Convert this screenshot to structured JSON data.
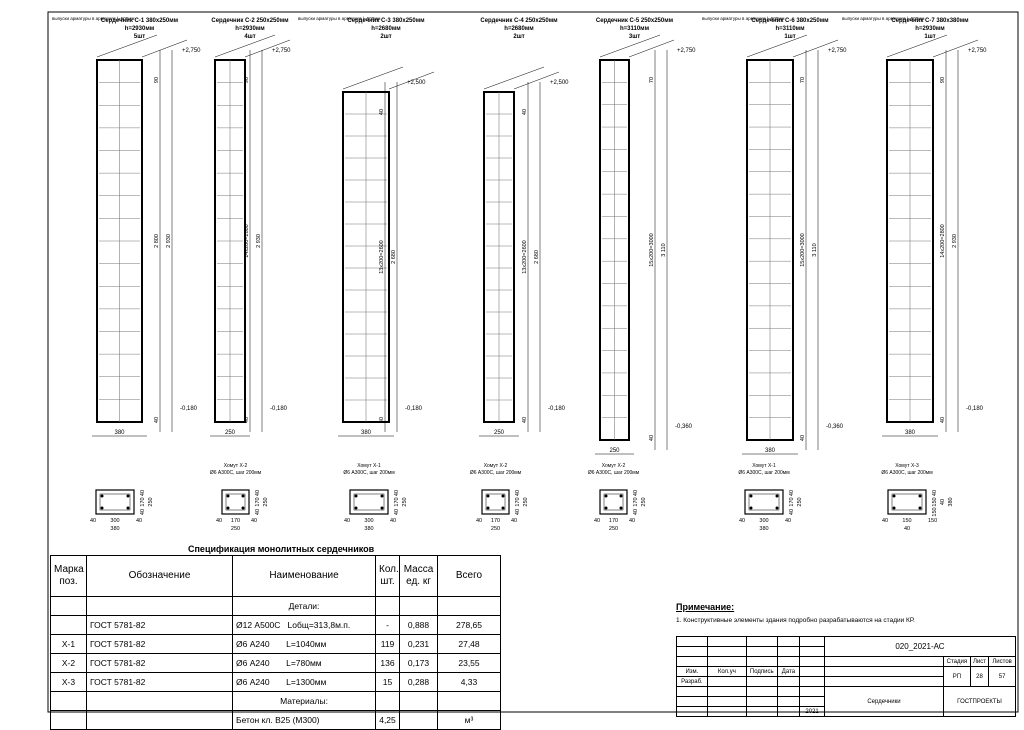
{
  "columns": [
    {
      "title": "Сердечник С-1 380х250мм",
      "height": "h=2930мм",
      "qty": "5шт",
      "top_mark": "+2,750",
      "bottom_mark": "-0,180",
      "dim_top": "90",
      "dim_mid": "2 800",
      "dim_total": "2 930",
      "dim_bottom": "40",
      "width_label": "380",
      "note": "выпуски арматуры в армопояс l=500мм",
      "clamp": "",
      "section_dims": [
        "40",
        "300",
        "40",
        "380"
      ],
      "section_vert": [
        "40",
        "170",
        "40",
        "250"
      ]
    },
    {
      "title": "Сердечник С-2 250х250мм",
      "height": "h=2930мм",
      "qty": "4шт",
      "top_mark": "+2,750",
      "bottom_mark": "-0,180",
      "dim_top": "90",
      "dim_mid": "14х200=2800",
      "dim_total": "2 930",
      "dim_bottom": "40",
      "width_label": "250",
      "note": "",
      "clamp": "Хомут Х-2 Ø6 А300С, шаг 200мм",
      "section_dims": [
        "40",
        "170",
        "40",
        "250"
      ],
      "section_vert": [
        "40",
        "170",
        "40",
        "250"
      ]
    },
    {
      "title": "Сердечник С-3 380х250мм",
      "height": "h=2680мм",
      "qty": "2шт",
      "top_mark": "+2,500",
      "bottom_mark": "-0,180",
      "dim_top": "40",
      "dim_mid": "13х200=2600",
      "dim_total": "2 680",
      "dim_bottom": "40",
      "width_label": "380",
      "note": "выпуски арматуры в армопояс l=500мм",
      "clamp": "Хомут Х-1 Ø6 А300С, шаг 200мм",
      "section_dims": [
        "40",
        "300",
        "40",
        "380"
      ],
      "section_vert": [
        "40",
        "170",
        "40",
        "250"
      ]
    },
    {
      "title": "Сердечник С-4 250х250мм",
      "height": "h=2680мм",
      "qty": "2шт",
      "top_mark": "+2,500",
      "bottom_mark": "-0,180",
      "dim_top": "40",
      "dim_mid": "13х200=2600",
      "dim_total": "2 680",
      "dim_bottom": "40",
      "width_label": "250",
      "note": "",
      "clamp": "Хомут Х-2 Ø6 А300С, шаг 200мм",
      "section_dims": [
        "40",
        "170",
        "40",
        "250"
      ],
      "section_vert": [
        "40",
        "170",
        "40",
        "250"
      ]
    },
    {
      "title": "Сердечник С-5 250х250мм",
      "height": "h=3110мм",
      "qty": "3шт",
      "top_mark": "+2,750",
      "bottom_mark": "-0,360",
      "dim_top": "70",
      "dim_mid": "15х200=3000",
      "dim_total": "3 110",
      "dim_bottom": "40",
      "width_label": "250",
      "note": "",
      "clamp": "Хомут Х-2 Ø6 А300С, шаг 200мм",
      "section_dims": [
        "40",
        "170",
        "40",
        "250"
      ],
      "section_vert": [
        "40",
        "170",
        "40",
        "250"
      ]
    },
    {
      "title": "Сердечник С-6 380х250мм",
      "height": "h=3110мм",
      "qty": "1шт",
      "top_mark": "+2,750",
      "bottom_mark": "-0,360",
      "dim_top": "70",
      "dim_mid": "15х200=3000",
      "dim_total": "3 110",
      "dim_bottom": "40",
      "width_label": "380",
      "note": "выпуски арматуры в армопояс l=500мм",
      "clamp": "Хомут Х-1 Ø6 А300С, шаг 200мм",
      "section_dims": [
        "40",
        "300",
        "40",
        "380"
      ],
      "section_vert": [
        "40",
        "170",
        "40",
        "250"
      ]
    },
    {
      "title": "Сердечник С-7 380х380мм",
      "height": "h=2930мм",
      "qty": "1шт",
      "top_mark": "+2,750",
      "bottom_mark": "-0,180",
      "dim_top": "90",
      "dim_mid": "14х200=2800",
      "dim_total": "2 930",
      "dim_bottom": "40",
      "width_label": "380",
      "note": "выпуски арматуры в армопояс l=500мм",
      "clamp": "Хомут Х-3 Ø6 А300С, шаг 200мм",
      "section_dims": [
        "40",
        "150",
        "150",
        "40"
      ],
      "section_vert": [
        "40",
        "150",
        "150",
        "40",
        "380"
      ]
    }
  ],
  "spec": {
    "title": "Спецификация монолитных сердечников",
    "headers": [
      "Марка поз.",
      "Обозначение",
      "Наименование",
      "Кол. шт.",
      "Масса ед. кг",
      "Всего"
    ],
    "section_parts": "Детали:",
    "section_materials": "Материалы:",
    "rows": [
      {
        "mark": "",
        "doc": "ГОСТ 5781-82",
        "name": "Ø12 А500С",
        "len": "Lобщ=313,8м.п.",
        "qty": "-",
        "mass": "0,888",
        "total": "278,65"
      },
      {
        "mark": "Х-1",
        "doc": "ГОСТ 5781-82",
        "name": "Ø6 А240",
        "len": "L=1040мм",
        "qty": "119",
        "mass": "0,231",
        "total": "27,48"
      },
      {
        "mark": "Х-2",
        "doc": "ГОСТ 5781-82",
        "name": "Ø6 А240",
        "len": "L=780мм",
        "qty": "136",
        "mass": "0,173",
        "total": "23,55"
      },
      {
        "mark": "Х-3",
        "doc": "ГОСТ 5781-82",
        "name": "Ø6 А240",
        "len": "L=1300мм",
        "qty": "15",
        "mass": "0,288",
        "total": "4,33"
      }
    ],
    "material": {
      "name": "Бетон кл. В25 (М300)",
      "qty": "4,25",
      "unit": "м³"
    }
  },
  "note": {
    "title": "Примечание:",
    "text": "1. Конструктивные элементы здания подробно разрабатываются на стадии КР."
  },
  "titleblock": {
    "code": "020_2021-АС",
    "stage_label": "Стадия",
    "sheet_label": "Лист",
    "sheets_label": "Листов",
    "stage": "РП",
    "sheet": "28",
    "sheets": "57",
    "col_izm": "Изм.",
    "col_koluch": "Кол.уч",
    "col_podp": "Подпись",
    "col_data": "Дата",
    "razrab": "Разраб.",
    "year": "2021",
    "name": "Сердечники",
    "org": "ГОСТПРОЕКТЫ"
  }
}
